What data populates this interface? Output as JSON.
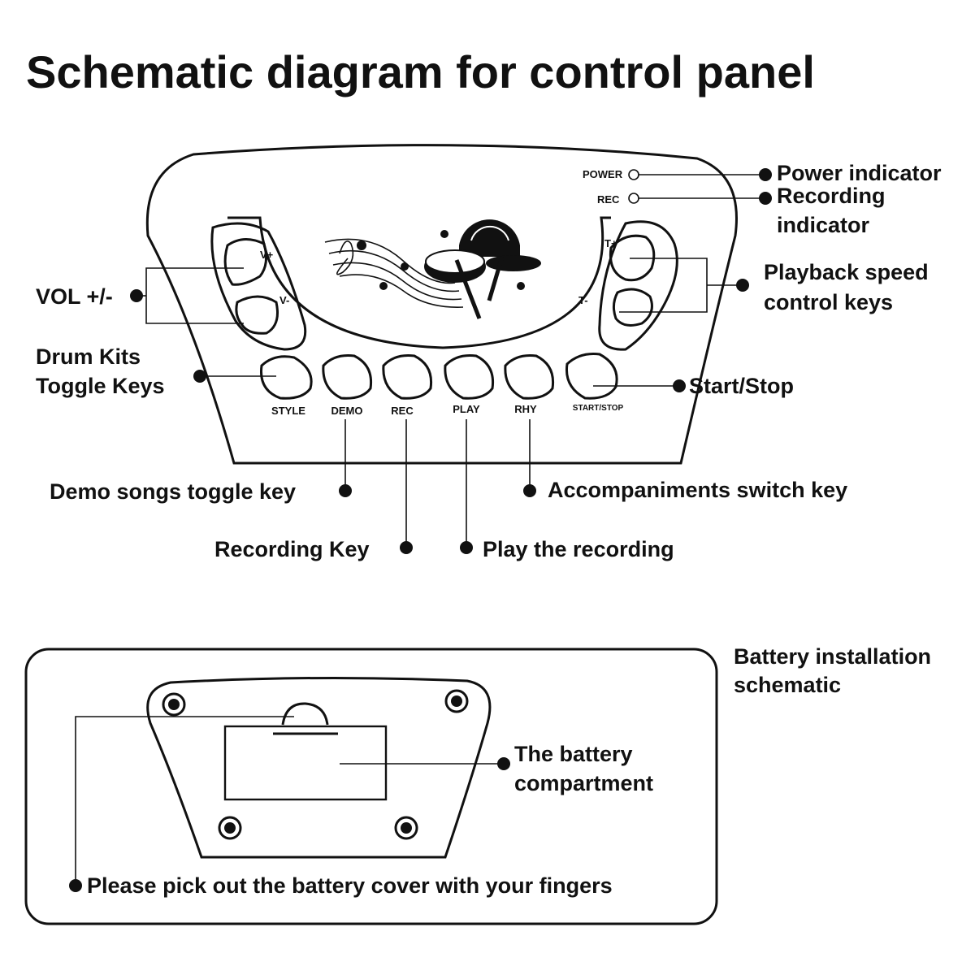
{
  "title": "Schematic diagram for control panel",
  "indicators": {
    "power": "POWER",
    "rec": "REC"
  },
  "side_keys": {
    "v_plus": "V+",
    "v_minus": "V-",
    "t_plus": "T+",
    "t_minus": "T-"
  },
  "keys": [
    "STYLE",
    "DEMO",
    "REC",
    "PLAY",
    "RHY",
    "START/STOP"
  ],
  "callouts": {
    "power_indicator": "Power indicator",
    "recording_indicator": [
      "Recording",
      "indicator"
    ],
    "vol": "VOL +/-",
    "playback_speed": [
      "Playback speed",
      "control keys"
    ],
    "drum_kits": [
      "Drum Kits",
      "Toggle Keys"
    ],
    "start_stop": "Start/Stop",
    "demo_songs": "Demo songs toggle key",
    "accompaniments": "Accompaniments switch key",
    "recording_key": "Recording Key",
    "play_recording": "Play the recording"
  },
  "battery": {
    "heading": [
      "Battery installation",
      "schematic"
    ],
    "compartment": [
      "The battery",
      "compartment"
    ],
    "cover_note": "Please pick out the battery cover with your fingers"
  }
}
